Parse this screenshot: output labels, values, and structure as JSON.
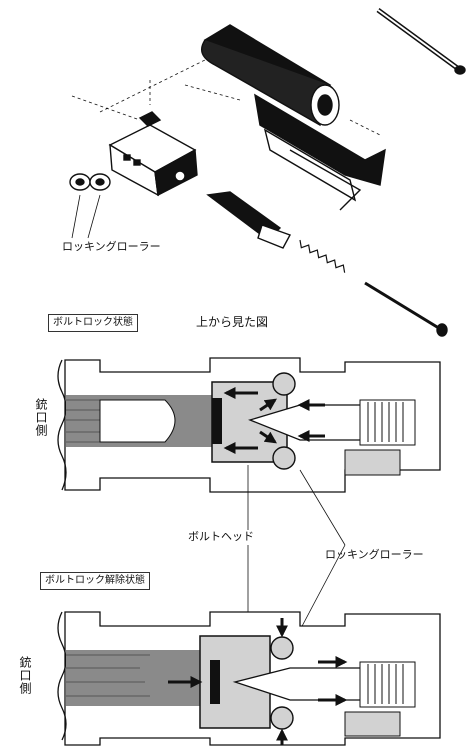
{
  "labels": {
    "locking_roller_top": "ロッキングローラー",
    "state_locked": "ボルトロック状態",
    "view_from_top": "上から見た図",
    "muzzle_side_1": "銃口側",
    "bolt_head": "ボルトヘッド",
    "locking_roller_mid": "ロッキングローラー",
    "state_unlocked": "ボルトロック解除状態",
    "muzzle_side_2": "銃口側"
  },
  "colors": {
    "ink": "#111111",
    "gray": "#8a8a8a",
    "light_gray": "#d2d2d2",
    "paper": "#ffffff"
  },
  "icons": [
    "arrow-icon"
  ]
}
